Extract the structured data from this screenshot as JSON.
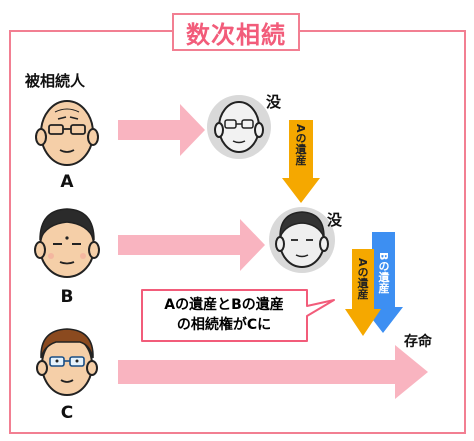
{
  "title": "数次相続",
  "heir_label": "被相続人",
  "persons": [
    {
      "letter": "A"
    },
    {
      "letter": "B"
    },
    {
      "letter": "C"
    }
  ],
  "events": {
    "a_died": "没",
    "b_died": "没",
    "c_alive": "存命"
  },
  "estates": {
    "a_estate": "Aの遺産",
    "b_estate": "Bの遺産",
    "a_estate_2": "Aの遺産"
  },
  "callout": {
    "line1": "Aの遺産とBの遺産",
    "line2": "の相続権がCに"
  },
  "colors": {
    "frame": "#f27f92",
    "title": "#f25c7a",
    "arrow_pink": "#f9b4c0",
    "arrow_orange": "#f5a800",
    "arrow_blue": "#3d8ff2",
    "callout_border": "#f25c7a",
    "deceased_circle": "#d9d9d9"
  }
}
